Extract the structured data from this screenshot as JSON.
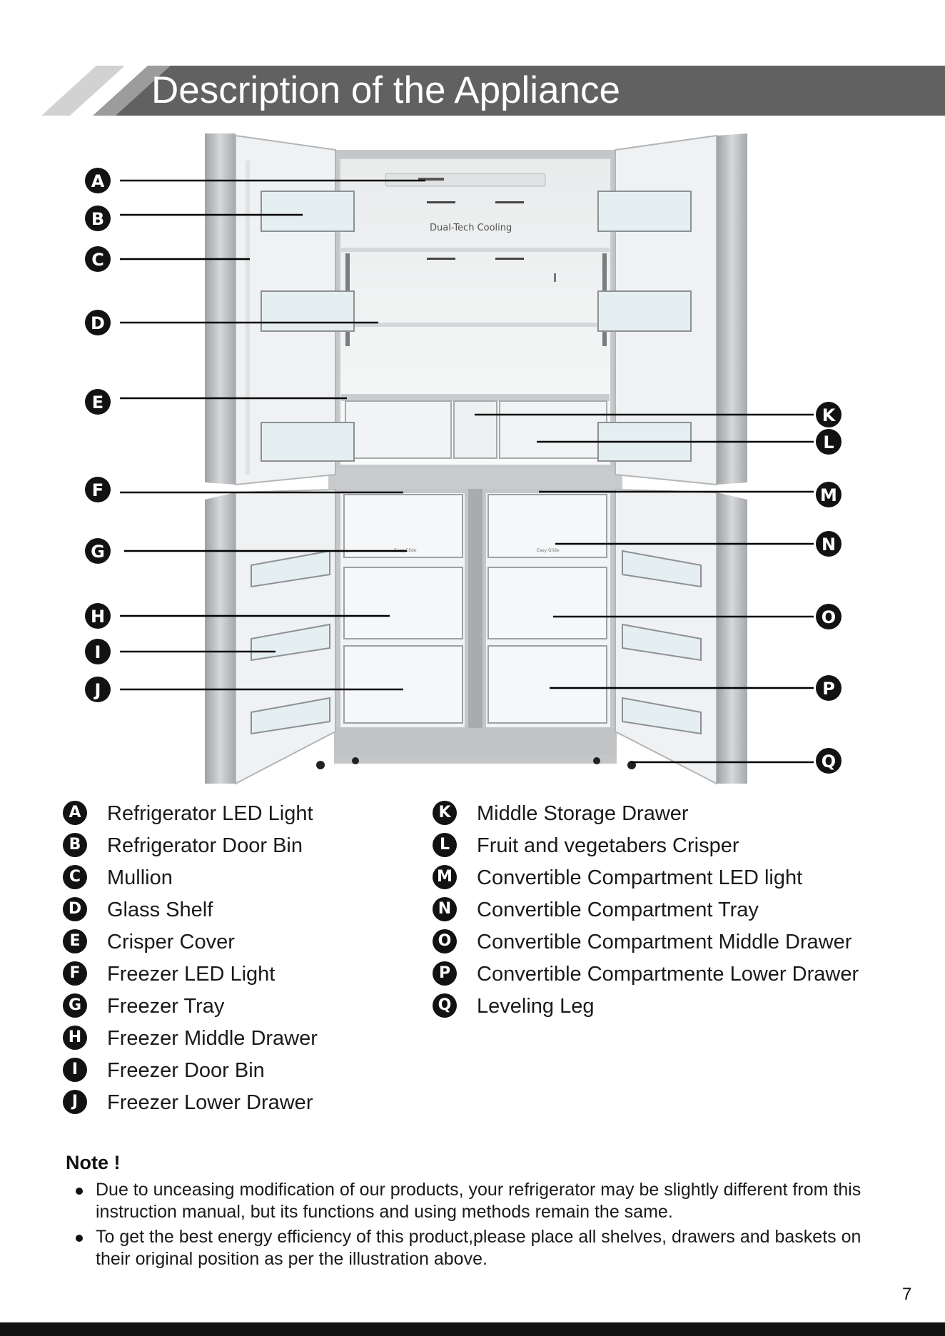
{
  "header": {
    "title": "Description of the Appliance"
  },
  "diagram": {
    "panel_text": "Dual-Tech Cooling",
    "drawer_label_left": "Easy Glide",
    "drawer_label_right": "Easy Glide"
  },
  "legend_left": [
    {
      "letter": "A",
      "label": "Refrigerator LED Light"
    },
    {
      "letter": "B",
      "label": "Refrigerator Door Bin"
    },
    {
      "letter": "C",
      "label": "Mullion"
    },
    {
      "letter": "D",
      "label": "Glass Shelf"
    },
    {
      "letter": "E",
      "label": "Crisper Cover"
    },
    {
      "letter": "F",
      "label": "Freezer LED Light"
    },
    {
      "letter": "G",
      "label": "Freezer Tray"
    },
    {
      "letter": "H",
      "label": "Freezer Middle Drawer"
    },
    {
      "letter": "I",
      "label": "Freezer Door Bin"
    },
    {
      "letter": "J",
      "label": "Freezer Lower Drawer"
    }
  ],
  "legend_right": [
    {
      "letter": "K",
      "label": "Middle Storage Drawer"
    },
    {
      "letter": "L",
      "label": "Fruit and vegetabers Crisper"
    },
    {
      "letter": "M",
      "label": "Convertible Compartment LED light"
    },
    {
      "letter": "N",
      "label": "Convertible Compartment Tray"
    },
    {
      "letter": "O",
      "label": "Convertible Compartment Middle Drawer"
    },
    {
      "letter": "P",
      "label": "Convertible Compartmente Lower Drawer"
    },
    {
      "letter": "Q",
      "label": "Leveling Leg"
    }
  ],
  "note": {
    "title": "Note !",
    "items": [
      "Due to unceasing modification of our products, your refrigerator may be slightly different from this instruction manual, but its functions and using methods remain the same.",
      "To get the best energy efficiency of this product,please place all shelves, drawers and baskets on their original position as per the illustration above."
    ]
  },
  "page_number": "7",
  "colors": {
    "header_bar": "#616161",
    "header_stripe_light": "#cfcfcf",
    "header_stripe_mid": "#9a9a9a",
    "badge": "#121212",
    "footer_bar": "#121212",
    "fridge_steel": "#b9bbbd",
    "fridge_interior": "#f4f5f6"
  }
}
